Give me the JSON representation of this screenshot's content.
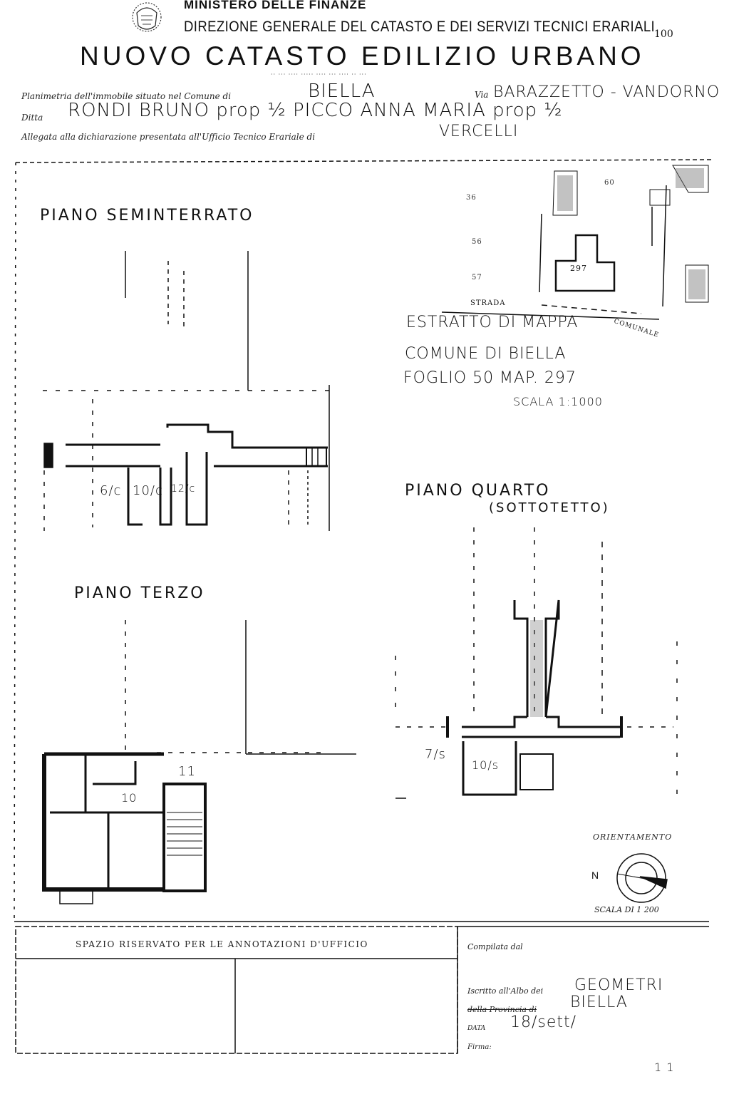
{
  "header": {
    "ministry": "MINISTERO DELLE FINANZE",
    "directorate": "DIREZIONE GENERALE DEL CATASTO E DEI SERVIZI TECNICI ERARIALI",
    "title": "NUOVO CATASTO EDILIZIO URBANO",
    "mod_code": "100"
  },
  "fields": {
    "planimetria_label": "Planimetria dell'immobile situato nel Comune di",
    "comune": "BIELLA",
    "via_label": "Via",
    "via": "BARAZZETTO - VANDORNO",
    "ditta_label": "Ditta",
    "ditta": "RONDI BRUNO prop ½ PICCO ANNA MARIA prop ½",
    "allegata_label": "Allegata alla dichiarazione presentata all'Ufficio Tecnico Erariale di",
    "ufficio": "VERCELLI"
  },
  "plans": {
    "seminterrato": {
      "title": "PIANO SEMINTERRATO",
      "labels": [
        "6/c",
        "10/c",
        "12/c"
      ]
    },
    "terzo": {
      "title": "PIANO TERZO",
      "labels": [
        "11",
        "10"
      ]
    },
    "quarto": {
      "title": "PIANO QUARTO",
      "subtitle": "(SOTTOTETTO)",
      "labels": [
        "7/s",
        "10/s"
      ]
    }
  },
  "map": {
    "numbers": [
      "60",
      "36",
      "56",
      "57",
      "297"
    ],
    "strada": "STRADA",
    "comunale": "COMUNALE",
    "estratto": "ESTRATTO DI MAPPA",
    "comune": "COMUNE DI BIELLA",
    "foglio": "FOGLIO 50 MAP. 297",
    "scala": "SCALA 1:1000"
  },
  "orientation": {
    "title": "ORIENTAMENTO",
    "north": "N",
    "scale": "SCALA DI 1 200"
  },
  "footer": {
    "reserved": "SPAZIO RISERVATO PER LE ANNOTAZIONI D'UFFICIO",
    "compilata": "Compilata dal",
    "iscritto_label": "Iscritto all'Albo dei",
    "albo": "GEOMETRI",
    "provincia_label": "della Provincia di",
    "provincia": "BIELLA",
    "data_label": "DATA",
    "data": "18/sett/",
    "firma_label": "Firma:",
    "page_mark": "1 1"
  }
}
